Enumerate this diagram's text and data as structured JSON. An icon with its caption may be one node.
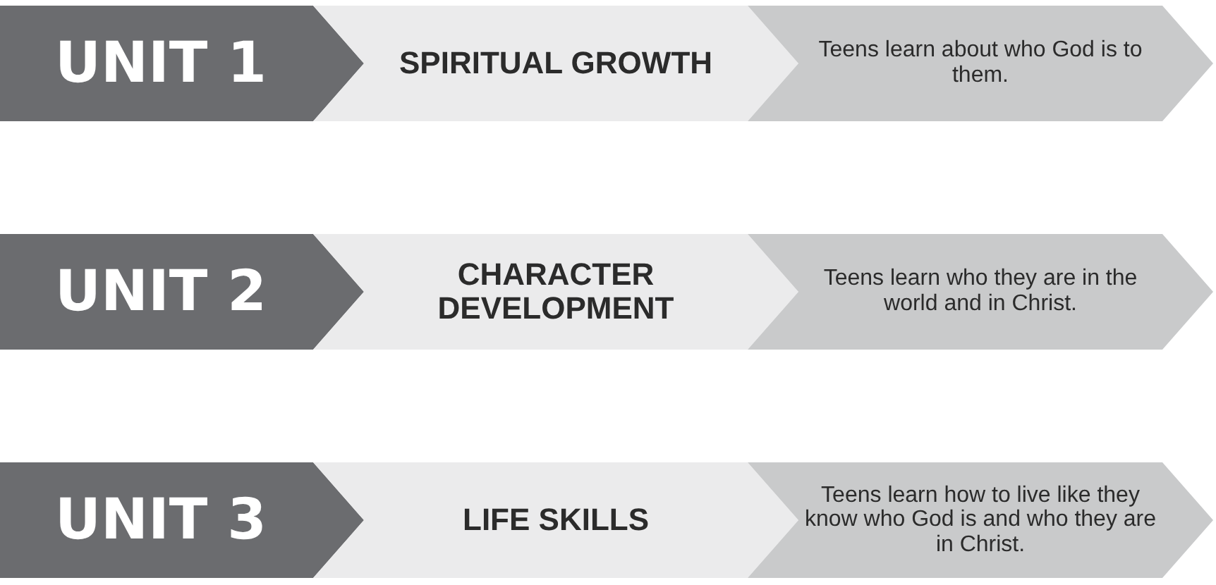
{
  "diagram": {
    "nodes": [
      {
        "text": [
          "UNIT 1"
        ]
      },
      {
        "text": [
          "SPIRITUAL GROWTH"
        ]
      },
      {
        "text": [
          "Teens learn about who God is to them."
        ]
      },
      {
        "text": [
          "UNIT 2"
        ]
      },
      {
        "text": [
          "CHARACTER DEVELOPMENT"
        ]
      },
      {
        "text": [
          "Teens learn who they are in the world and in Christ."
        ]
      },
      {
        "text": [
          "UNIT 3"
        ]
      },
      {
        "text": [
          "LIFE SKILLS"
        ]
      },
      {
        "text": [
          "Teens learn how to live like they know who God is and who they are in Christ."
        ]
      }
    ]
  }
}
